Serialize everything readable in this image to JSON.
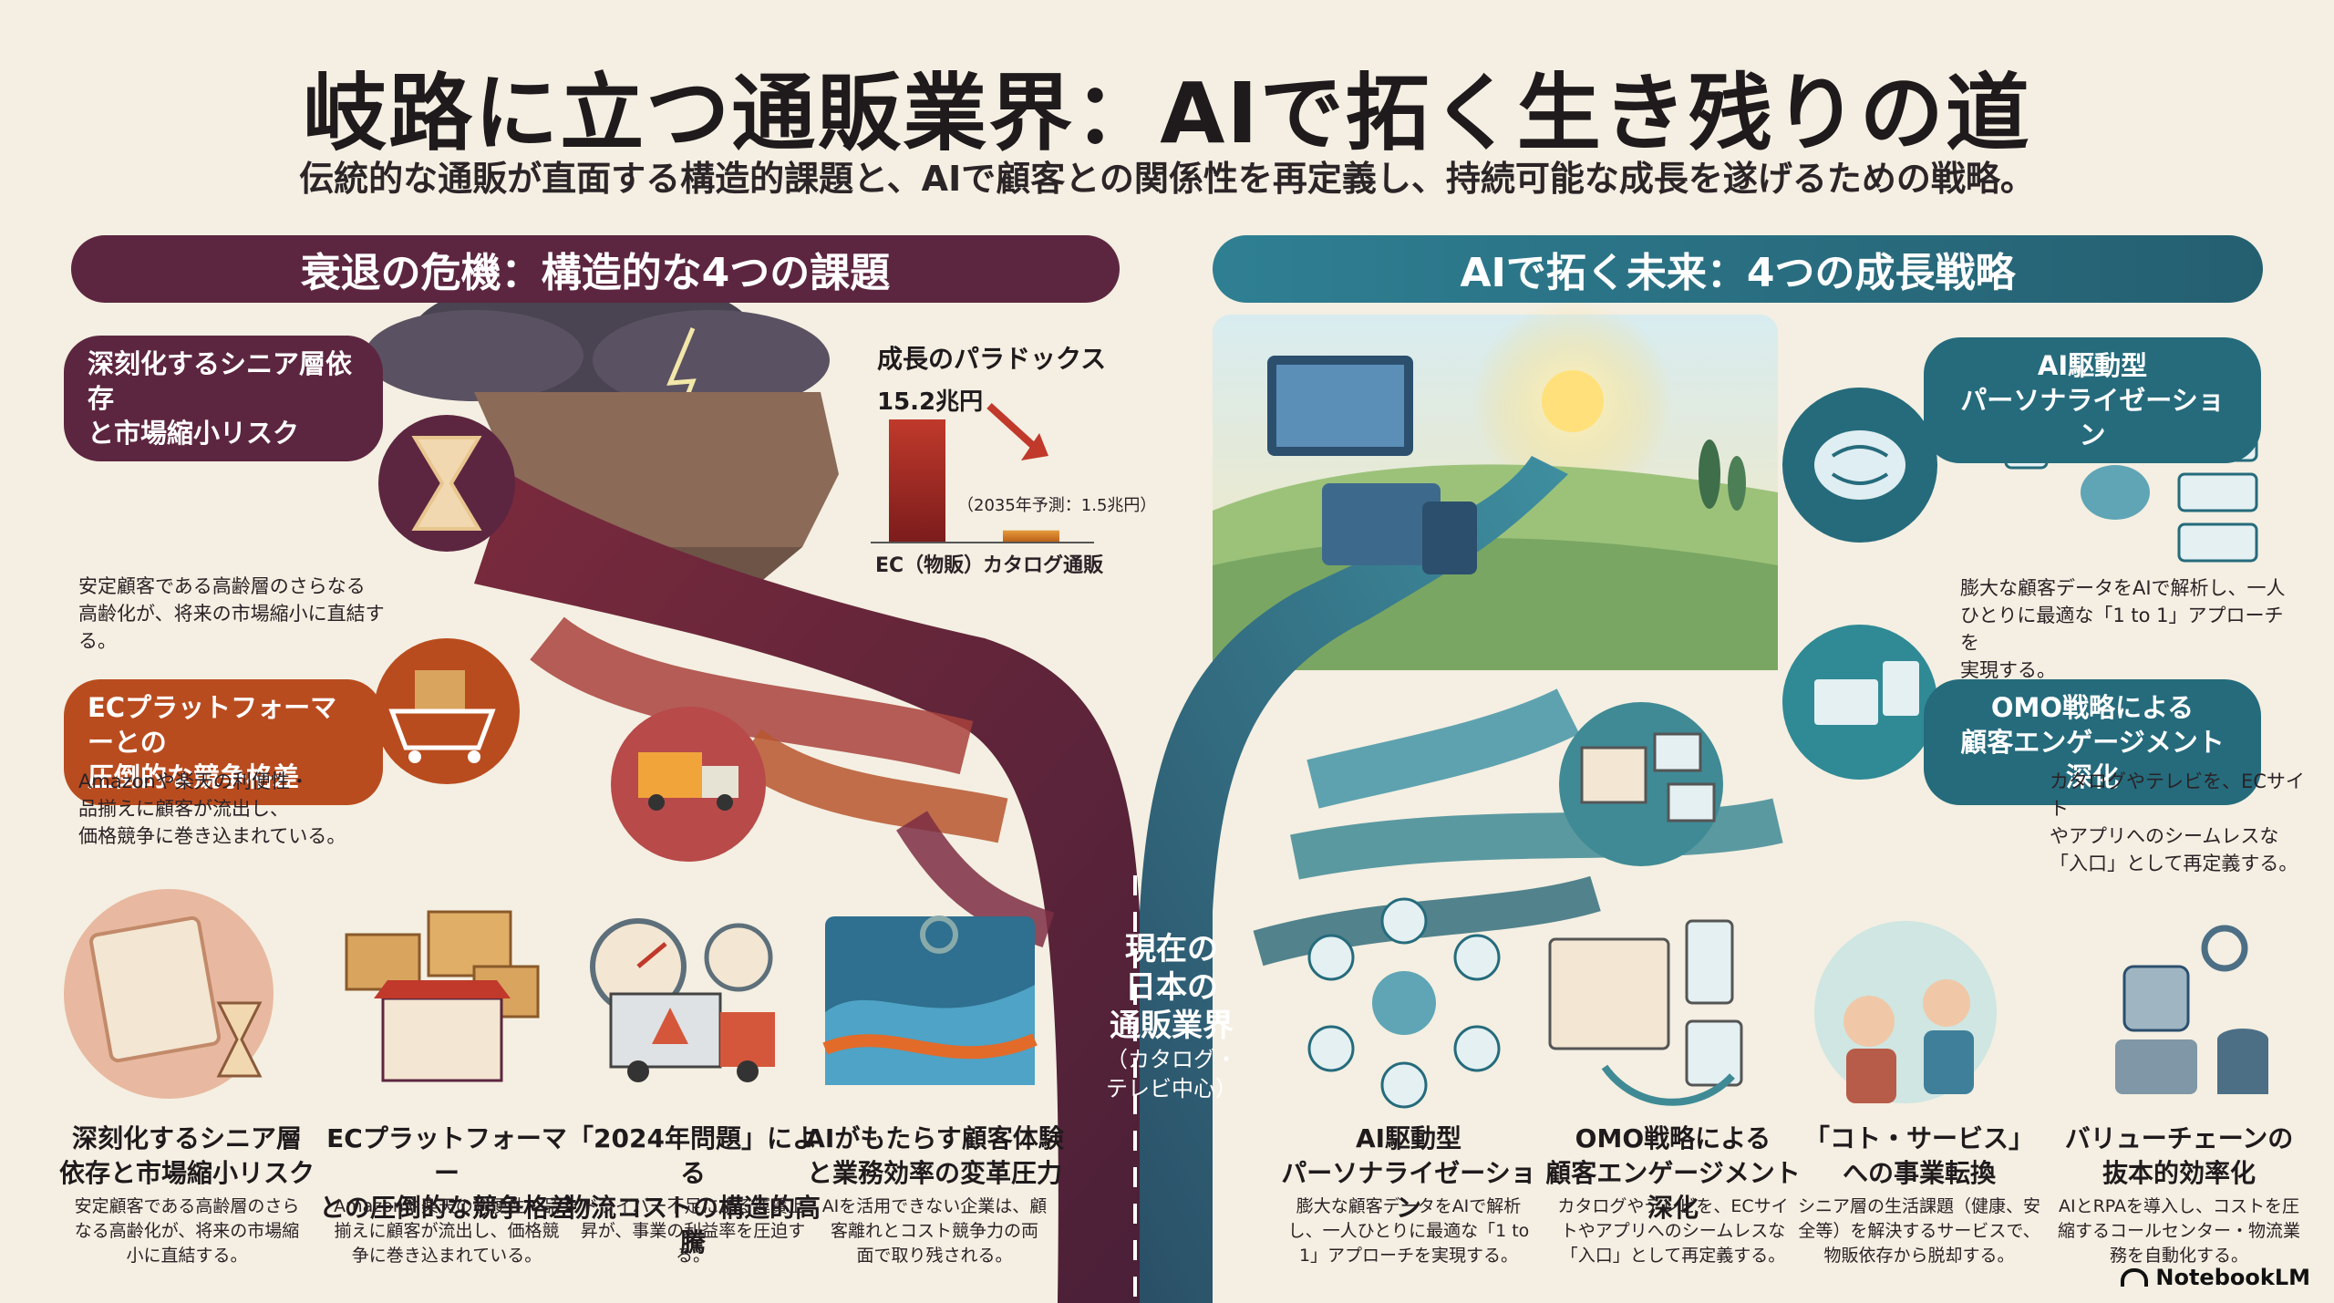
{
  "title": "岐路に立つ通販業界：AIで拓く生き残りの道",
  "subtitle": "伝統的な通販が直面する構造的課題と、AIで顧客との関係性を再定義し、持続可能な成長を遂げるための戦略。",
  "left_banner": "衰退の危機：構造的な4つの課題",
  "right_banner": "AIで拓く未来：4つの成長戦略",
  "left_callouts": [
    {
      "title_line1": "深刻化するシニア層依存",
      "title_line2": "と市場縮小リスク",
      "desc_line1": "安定顧客である高齢層のさらなる",
      "desc_line2": "高齢化が、将来の市場縮小に直結する。"
    },
    {
      "title_line1": "ECプラットフォーマーとの",
      "title_line2": "圧倒的な競争格差",
      "desc_line1": "Amazonや楽天の利便性・",
      "desc_line2": "品揃えに顧客が流出し、",
      "desc_line3": "価格競争に巻き込まれている。"
    }
  ],
  "paradox": {
    "title": "成長のパラドックス",
    "value_label": "15.2兆円",
    "forecast": "（2035年予測：1.5兆円）",
    "cat1": "EC（物販）",
    "cat2": "カタログ通販"
  },
  "chart_data": {
    "type": "bar",
    "title": "成長のパラドックス",
    "categories": [
      "EC（物販）",
      "カタログ通販"
    ],
    "values": [
      15.2,
      1.5
    ]
  },
  "right_callouts": [
    {
      "title_line1": "AI駆動型",
      "title_line2": "パーソナライゼーション",
      "desc_line1": "膨大な顧客データをAIで解析し、一人",
      "desc_line2": "ひとりに最適な「1 to 1」アプローチを",
      "desc_line3": "実現する。"
    },
    {
      "title_line1": "OMO戦略による",
      "title_line2": "顧客エンゲージメント深化",
      "desc_line1": "カタログやテレビを、ECサイト",
      "desc_line2": "やアプリへのシームレスな",
      "desc_line3": "「入口」として再定義する。"
    }
  ],
  "center": {
    "line1": "現在の",
    "line2": "日本の",
    "line3": "通販業界",
    "line4": "（カタログ・",
    "line5": "テレビ中心）"
  },
  "bottom": [
    {
      "t1": "深刻化するシニア層",
      "t2": "依存と市場縮小リスク",
      "d1": "安定顧客である高齢層のさら",
      "d2": "なる高齢化が、将来の市場縮",
      "d3": "小に直結する。"
    },
    {
      "t1": "ECプラットフォーマー",
      "t2": "との圧倒的な競争格差",
      "d1": "Amazonや楽天の利便性・品",
      "d2": "揃えに顧客が流出し、価格競",
      "d3": "争に巻き込まれている。"
    },
    {
      "t1": "「2024年問題」による",
      "t2": "物流コストの構造的高騰",
      "d1": "ドライバー不足による運賃上",
      "d2": "昇が、事業の利益率を圧迫す",
      "d3": "る。"
    },
    {
      "t1": "AIがもたらす顧客体験",
      "t2": "と業務効率の変革圧力",
      "d1": "AIを活用できない企業は、顧",
      "d2": "客離れとコスト競争力の両",
      "d3": "面で取り残される。"
    },
    {
      "t1": "AI駆動型",
      "t2": "パーソナライゼーション",
      "d1": "膨大な顧客データをAIで解析",
      "d2": "し、一人ひとりに最適な「1 to",
      "d3": "1」アプローチを実現する。"
    },
    {
      "t1": "OMO戦略による",
      "t2": "顧客エンゲージメント深化",
      "d1": "カタログやテレビを、ECサイ",
      "d2": "トやアプリへのシームレスな",
      "d3": "「入口」として再定義する。"
    },
    {
      "t1": "「コト・サービス」",
      "t2": "への事業転換",
      "d1": "シニア層の生活課題（健康、安",
      "d2": "全等）を解決するサービスで、",
      "d3": "物販依存から脱却する。"
    },
    {
      "t1": "バリューチェーンの",
      "t2": "抜本的効率化",
      "d1": "AIとRPAを導入し、コストを圧",
      "d2": "縮するコールセンター・物流業",
      "d3": "務を自動化する。"
    }
  ],
  "logo": "NotebookLM",
  "colors": {
    "maroon": "#5d2640",
    "orange": "#b94c1f",
    "teal": "#256b7c",
    "background": "#f4efe2"
  }
}
